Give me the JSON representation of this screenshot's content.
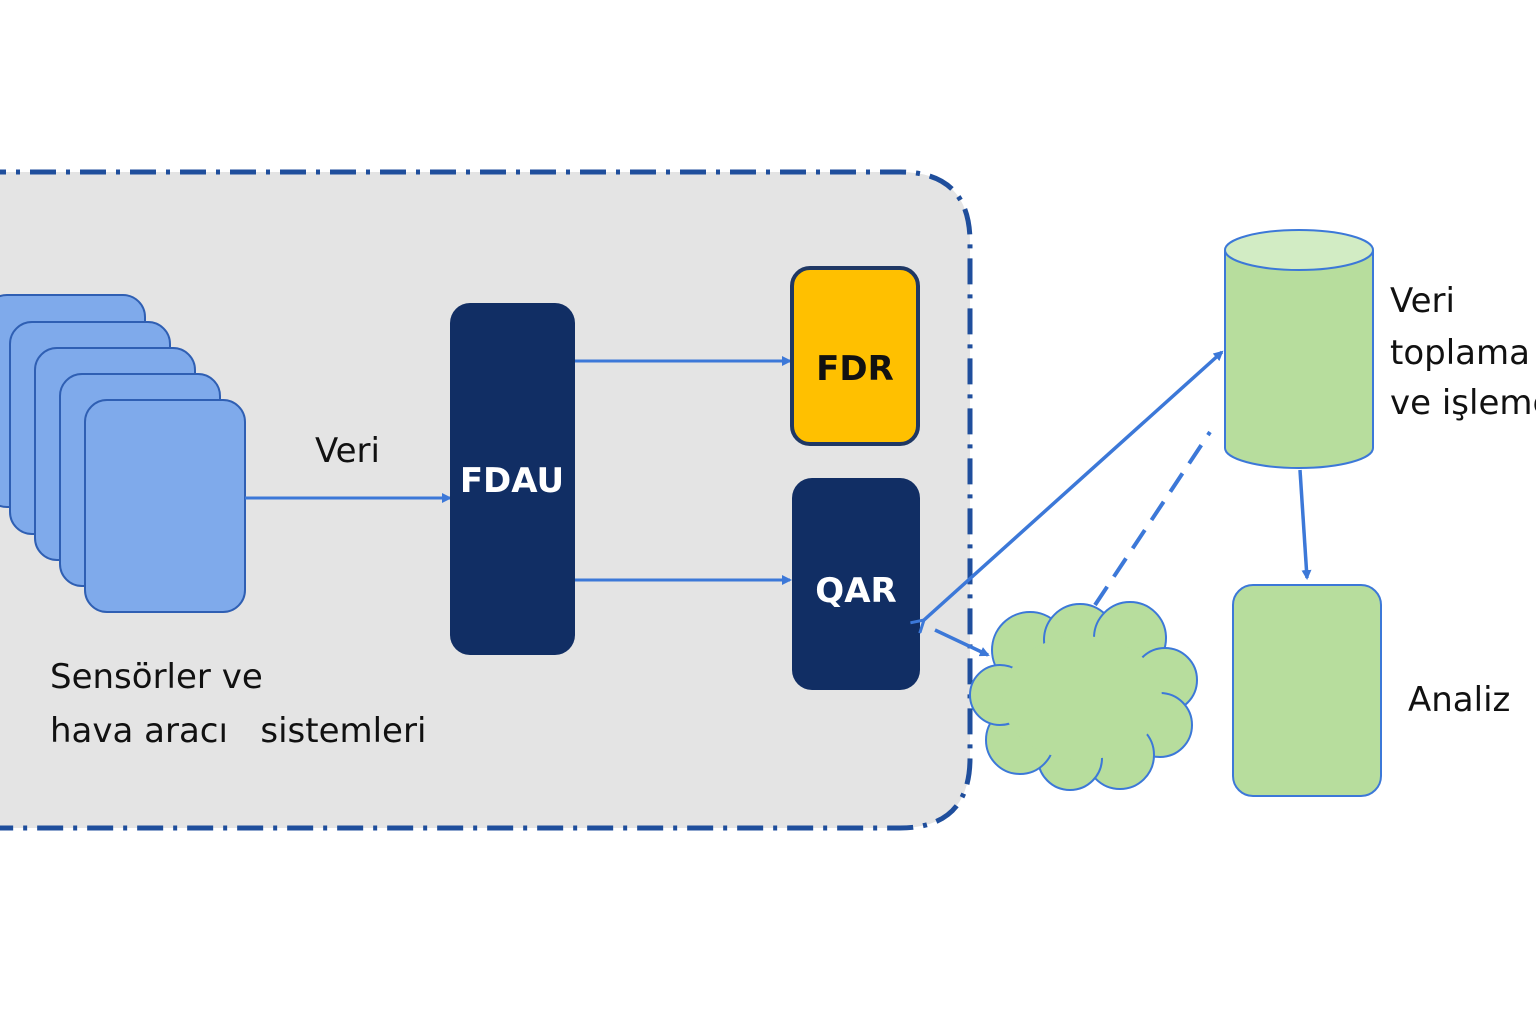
{
  "colors": {
    "container_fill": "#e4e4e4",
    "container_border": "#1f4e9c",
    "sensor_fill": "#7faaeb",
    "dark_box": "#112e64",
    "fdr_fill": "#ffc000",
    "green_fill": "#b7dd9d",
    "arrow": "#3c78d8"
  },
  "nodes": {
    "sensors": {
      "label_line1": "Sensörler ve",
      "label_line2": "hava aracı   sistemleri"
    },
    "fdau": {
      "label": "FDAU"
    },
    "fdr": {
      "label": "FDR"
    },
    "qar": {
      "label": "QAR"
    },
    "database": {
      "label_line1": "Veri",
      "label_line2": "toplama",
      "label_line3": "ve işleme"
    },
    "analysis": {
      "label": "Analiz"
    },
    "cloud": {}
  },
  "edges": {
    "sensors_to_fdau": {
      "label": "Veri"
    }
  }
}
